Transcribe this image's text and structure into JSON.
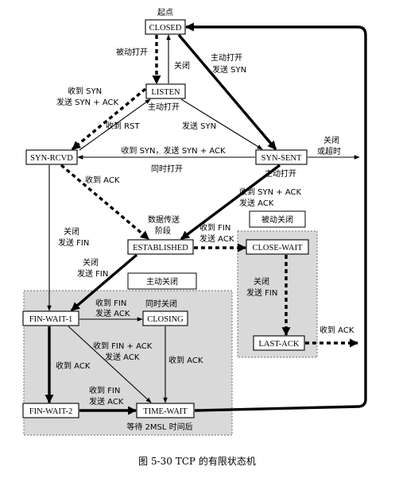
{
  "figure": {
    "caption": "图 5-30   TCP 的有限状态机"
  },
  "regions": {
    "active_close": {
      "title": "主动关闭",
      "footer": "等待 2MSL 时间后"
    },
    "passive_close": {
      "title": "被动关闭"
    }
  },
  "states": {
    "closed": "CLOSED",
    "listen": "LISTEN",
    "syn_rcvd": "SYN-RCVD",
    "syn_sent": "SYN-SENT",
    "established": "ESTABLISHED",
    "close_wait": "CLOSE-WAIT",
    "last_ack": "LAST-ACK",
    "fin_wait_1": "FIN-WAIT-1",
    "closing": "CLOSING",
    "fin_wait_2": "FIN-WAIT-2",
    "time_wait": "TIME-WAIT"
  },
  "labels": {
    "start": "起点",
    "passive_open": "被动打开",
    "close_listen": "关闭",
    "active_open_1": "主动打开",
    "active_open_2": "发送 SYN",
    "listen_rcv_syn_1": "收到 SYN",
    "listen_rcv_syn_2": "发送 SYN + ACK",
    "rcv_rst": "收到 RST",
    "listen_active_open": "主动打开",
    "listen_send_syn": "发送 SYN",
    "simul_open_1": "收到 SYN，发送 SYN + ACK",
    "simul_open_2": "同时打开",
    "syn_sent_close_1": "关闭",
    "syn_sent_close_2": "或超时",
    "syn_sent_active_open": "主动打开",
    "syn_sent_rcv_1": "收到 SYN + ACK",
    "syn_sent_rcv_2": "发送 ACK",
    "syn_rcvd_rcv_ack": "收到 ACK",
    "data_transfer_1": "数据传送",
    "data_transfer_2": "阶段",
    "syn_rcvd_close_1": "关闭",
    "syn_rcvd_close_2": "发送 FIN",
    "est_rcv_fin_1": "收到 FIN",
    "est_rcv_fin_2": "发送 ACK",
    "est_close_1": "关闭",
    "est_close_2": "发送 FIN",
    "close_wait_close_1": "关闭",
    "close_wait_close_2": "发送 FIN",
    "last_ack_rcv_ack": "收到 ACK",
    "fw1_rcv_fin_1": "收到 FIN",
    "fw1_rcv_fin_2": "发送 ACK",
    "simul_close": "同时关闭",
    "fw1_rcv_finack_1": "收到 FIN + ACK",
    "fw1_rcv_finack_2": "发送 ACK",
    "fw1_rcv_ack": "收到 ACK",
    "closing_rcv_ack": "收到 ACK",
    "fw2_rcv_fin_1": "收到 FIN",
    "fw2_rcv_fin_2": "发送 ACK"
  },
  "edges": [
    {
      "id": "closed-listen",
      "style": "dashed-bold"
    },
    {
      "id": "listen-closed",
      "style": "thin"
    },
    {
      "id": "closed-synsent",
      "style": "bold"
    },
    {
      "id": "listen-synrcvd",
      "style": "dashed-bold"
    },
    {
      "id": "synrcvd-listen",
      "style": "thin"
    },
    {
      "id": "listen-synsent",
      "style": "thin"
    },
    {
      "id": "synsent-synrcvd",
      "style": "thin"
    },
    {
      "id": "synsent-closed",
      "style": "thin"
    },
    {
      "id": "synrcvd-established",
      "style": "dashed-bold"
    },
    {
      "id": "synsent-established",
      "style": "bold"
    },
    {
      "id": "synrcvd-finwait1",
      "style": "thin"
    },
    {
      "id": "established-closewait",
      "style": "dashed-bold"
    },
    {
      "id": "established-finwait1",
      "style": "bold"
    },
    {
      "id": "closewait-lastack",
      "style": "dashed-bold"
    },
    {
      "id": "lastack-closed",
      "style": "dashed-bold"
    },
    {
      "id": "finwait1-closing",
      "style": "thin"
    },
    {
      "id": "finwait1-timewait",
      "style": "thin"
    },
    {
      "id": "finwait1-finwait2",
      "style": "bold"
    },
    {
      "id": "closing-timewait",
      "style": "thin"
    },
    {
      "id": "finwait2-timewait",
      "style": "bold"
    },
    {
      "id": "timewait-closed",
      "style": "bold"
    }
  ]
}
